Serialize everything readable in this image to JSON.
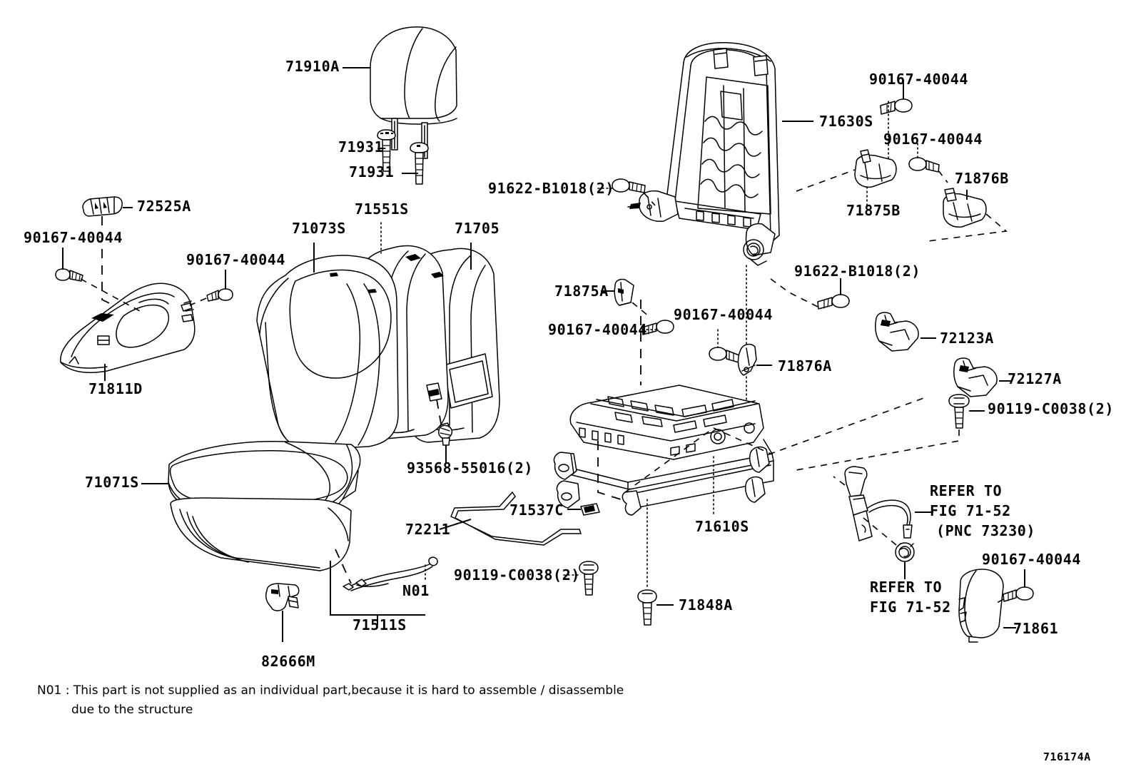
{
  "diagram": {
    "code": "716174A",
    "note_id": "N01",
    "note_text": "N01 : This part is not supplied as an individual part,because it is hard to assemble / disassemble\n          due to the structure",
    "note_line1": "N01 : This part is not supplied as an individual part,because it is hard to assemble / disassemble",
    "note_line2": "due to the structure"
  },
  "labels": {
    "headrest": "71910A",
    "headrest_bolt_1": "71931",
    "headrest_bolt_2": "71931",
    "armrest_clip": "72525A",
    "screw_left_upper": "90167-40044",
    "screw_left_inner": "90167-40044",
    "side_shield": "71811D",
    "back_pad": "71073S",
    "back_cover_center": "71551S",
    "back_cover": "71705",
    "seat_cushion": "71071S",
    "cushion_pad": "71511S",
    "cushion_marker": "N01",
    "hook": "82666M",
    "cushion_bolt": "93568-55016(2)",
    "wire_rod": "72211",
    "clip_71537c": "71537C",
    "bolt_center_bottom": "90119-C0038(2)",
    "bolt_71848a": "71848A",
    "seat_track": "71610S",
    "back_frame": "71630S",
    "screw_frame_top": "90167-40044",
    "screw_frame_mid": "90167-40044",
    "cap_71875b": "71875B",
    "cap_71876b": "71876B",
    "bolt_91622_left": "91622-B1018(2)",
    "bolt_91622_right": "91622-B1018(2)",
    "bracket_71875a": "71875A",
    "screw_71876a_left": "90167-40044",
    "screw_71876a_right": "90167-40044",
    "bracket_71876a": "71876A",
    "bracket_72123a": "72123A",
    "bracket_72127a": "72127A",
    "bolt_90119_right": "90119-C0038(2)",
    "refer_73230_l1": "REFER TO",
    "refer_73230_l2": "FIG 71-52",
    "refer_73230_l3": "(PNC 73230)",
    "refer_lower_l1": "REFER TO",
    "refer_lower_l2": "FIG 71-52",
    "screw_71861": "90167-40044",
    "cover_71861": "71861"
  }
}
